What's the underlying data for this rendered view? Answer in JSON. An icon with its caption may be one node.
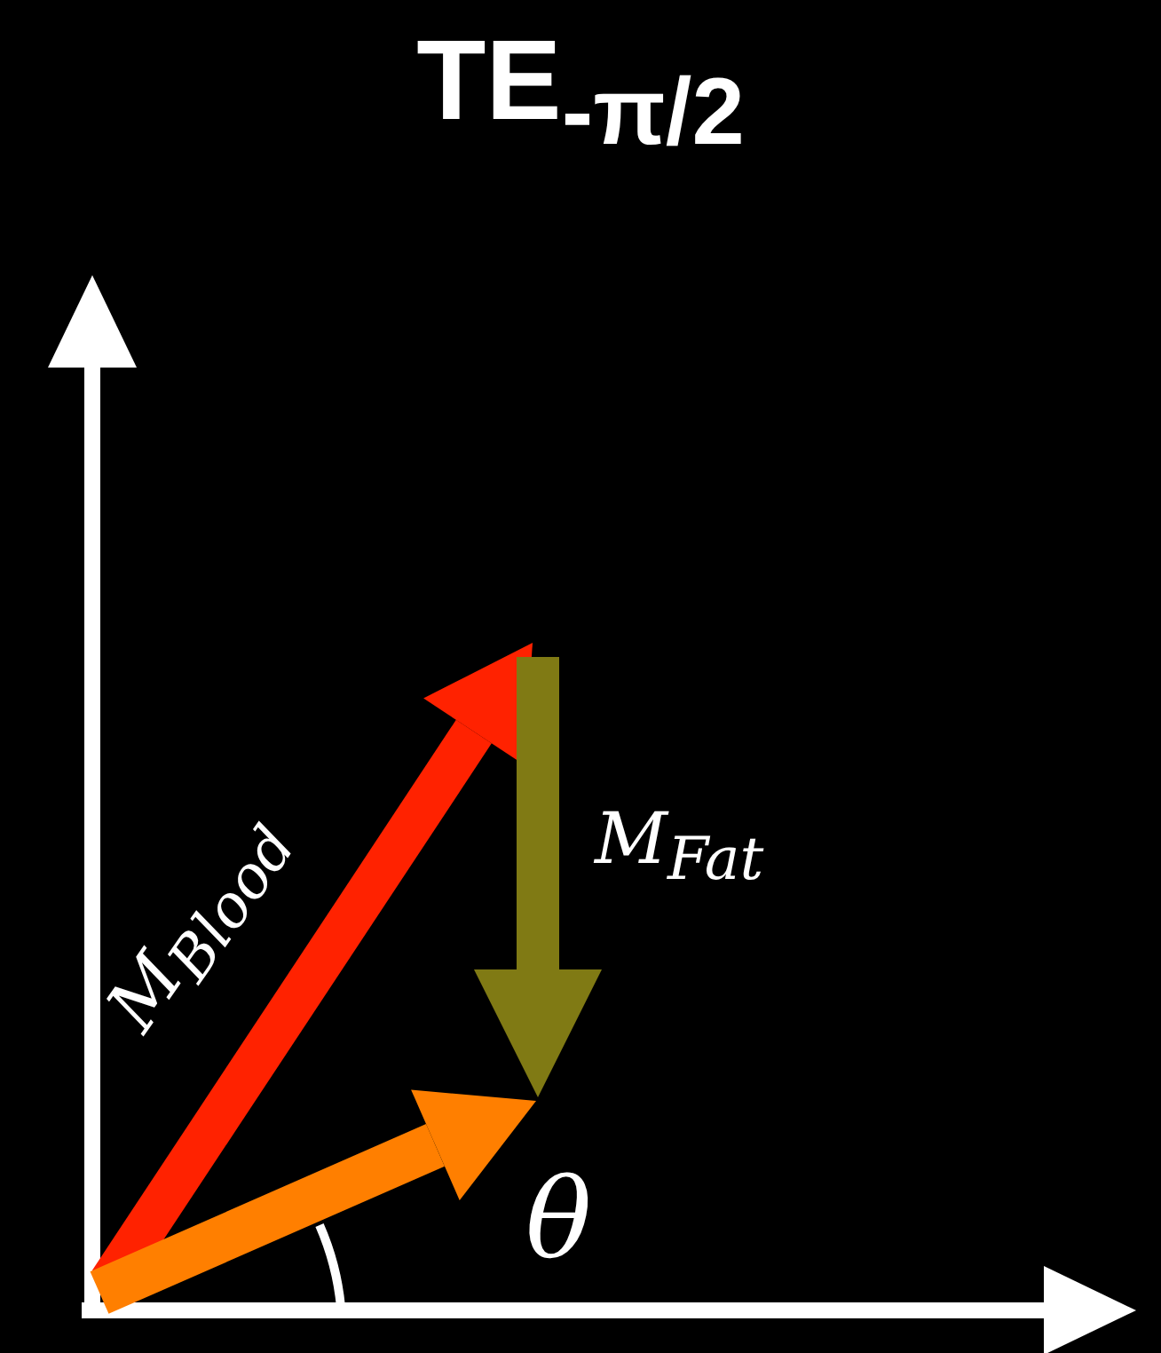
{
  "diagram": {
    "title": "TE$_{-π/2}$",
    "labels": [
      "M$_{Blood}$",
      "M$_{Fat}$",
      "θ"
    ]
  }
}
